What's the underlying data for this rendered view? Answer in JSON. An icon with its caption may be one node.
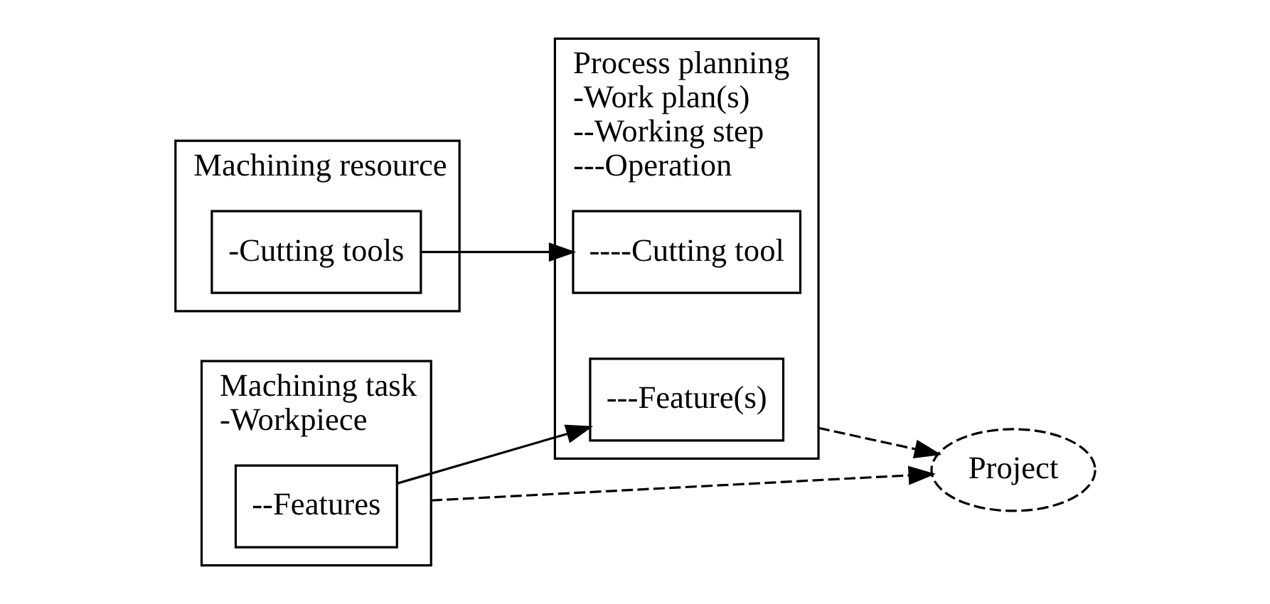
{
  "diagram": {
    "nodes": [
      {
        "text": [
          "Machining task",
          "-Workpiece"
        ]
      },
      {
        "text": [
          "--Features"
        ],
        "in": 0
      },
      {
        "text": [
          "Process planning",
          "-Work plan(s)",
          "--Working step",
          "---Operation"
        ]
      },
      {
        "text": [
          "---Feature(s)"
        ],
        "in": 2
      },
      {
        "text": [
          "----Cutting tool"
        ],
        "in": 2
      },
      {
        "text": [
          "Project"
        ]
      },
      {
        "text": [
          "Machining resource"
        ]
      },
      {
        "text": [
          "-Cutting tools"
        ],
        "in": 6
      }
    ],
    "edges": [
      {
        "from": 1,
        "to": 3,
        "arrow": "to"
      },
      {
        "from": 0,
        "to": 5,
        "arrow": "to",
        "style": "dashed"
      },
      {
        "from": 2,
        "to": 5,
        "arrow": "to",
        "style": "dashed"
      },
      {
        "from": 7,
        "to": 4,
        "arrow": "to"
      }
    ]
  }
}
